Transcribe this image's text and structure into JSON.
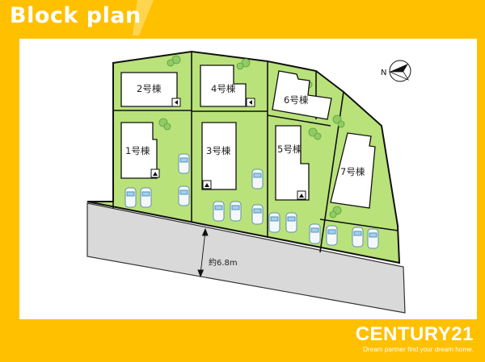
{
  "header": {
    "title": "Block plan"
  },
  "lots": [
    {
      "id": "lot-1",
      "label": "1号棟"
    },
    {
      "id": "lot-2",
      "label": "2号棟"
    },
    {
      "id": "lot-3",
      "label": "3号棟"
    },
    {
      "id": "lot-4",
      "label": "4号棟"
    },
    {
      "id": "lot-5",
      "label": "5号棟"
    },
    {
      "id": "lot-6",
      "label": "6号棟"
    },
    {
      "id": "lot-7",
      "label": "7号棟"
    }
  ],
  "road": {
    "width_label": "約6.8m"
  },
  "compass": {
    "north_label": "N"
  },
  "brand": {
    "name": "CENTURY21",
    "tagline": "Dream partner find your dream home."
  },
  "colors": {
    "frame": "#FFC000",
    "lot": "#B9E27A",
    "road": "#D9D9D9",
    "building": "#FFFFFF",
    "outline": "#000000",
    "tree": "#8FCC66"
  }
}
